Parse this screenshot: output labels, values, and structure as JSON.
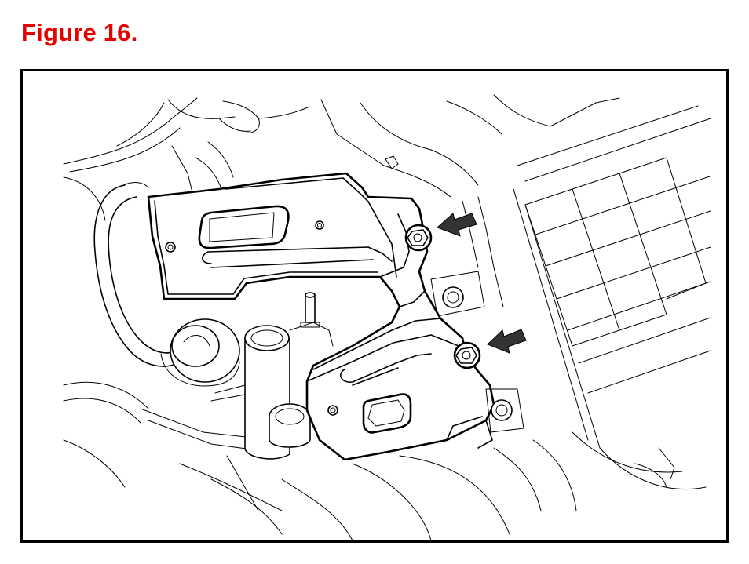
{
  "figure": {
    "title": "Figure 16."
  },
  "colors": {
    "title_text": "#e60000",
    "frame": "#000000",
    "background": "#ffffff",
    "line_art": "#000000",
    "arrows": "#333333"
  },
  "illustration": {
    "callouts": [
      {
        "icon": "arrow-pointing-to-upper-bolt"
      },
      {
        "icon": "arrow-pointing-to-lower-bolt"
      }
    ]
  }
}
